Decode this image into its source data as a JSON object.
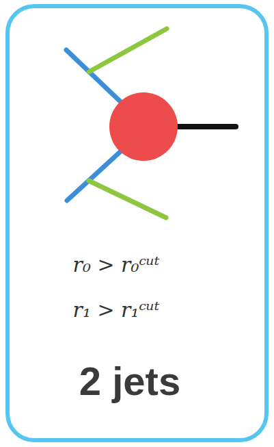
{
  "diagram": {
    "nodes": [
      {
        "text": [
          "r₀ > r₀ᶜᵘᵗ",
          "r₁ > r₁ᶜᵘᵗ",
          "2 jets"
        ]
      }
    ]
  }
}
